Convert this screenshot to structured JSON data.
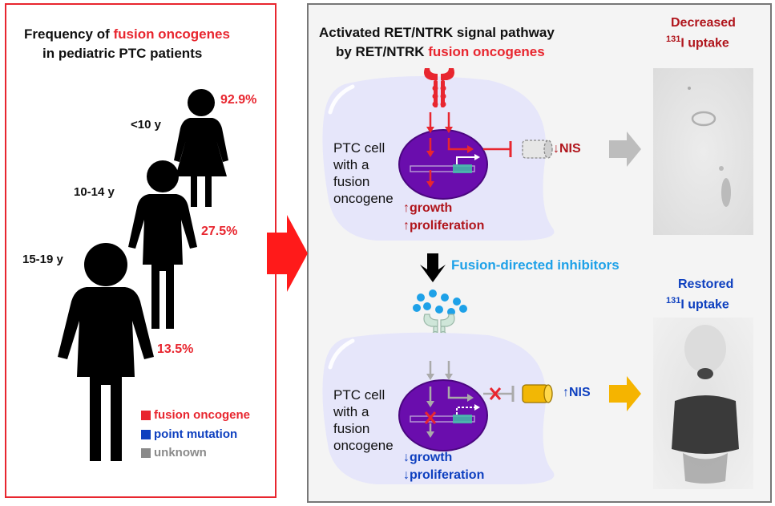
{
  "colors": {
    "fusion": "#e8262f",
    "point": "#0d3fbf",
    "unknown": "#8a8a8a",
    "cell": "#e6e6fa",
    "nucleus": "#6a0dad",
    "inhibitor": "#1ea1e8",
    "nis_arrow": "#f5b400"
  },
  "left": {
    "title_line1_a": "Frequency of ",
    "title_line1_b": "fusion oncogenes",
    "title_line2": "in pediatric PTC patients",
    "groups": [
      {
        "age": "<10 y",
        "fusion_pct": "92.9%",
        "fusion_fraction": 0.929
      },
      {
        "age": "10-14 y",
        "fusion_pct": "27.5%",
        "fusion_fraction": 0.275
      },
      {
        "age": "15-19 y",
        "fusion_pct": "13.5%",
        "fusion_fraction": 0.135
      }
    ],
    "legend": [
      {
        "label": "fusion oncogene",
        "color": "#e8262f"
      },
      {
        "label": "point mutation",
        "color": "#0d3fbf"
      },
      {
        "label": "unknown",
        "color": "#8a8a8a"
      }
    ]
  },
  "right": {
    "title_line1": "Activated RET/NTRK signal pathway",
    "title_line2_a": "by RET/NTRK ",
    "title_line2_b": "fusion oncogenes",
    "top": {
      "cell_label": [
        "PTC cell",
        "with a",
        "fusion",
        "oncogene"
      ],
      "effect1": "↑growth",
      "effect2": "↑proliferation",
      "nis": "↓NIS",
      "uptake_line1": "Decreased",
      "uptake_sup": "131",
      "uptake_line2": "I uptake"
    },
    "inhibitor_label": "Fusion-directed inhibitors",
    "bottom": {
      "cell_label": [
        "PTC cell",
        "with a",
        "fusion",
        "oncogene"
      ],
      "effect1": "↓growth",
      "effect2": "↓proliferation",
      "nis": "↑NIS",
      "uptake_line1": "Restored",
      "uptake_sup": "131",
      "uptake_line2": "I uptake"
    }
  }
}
